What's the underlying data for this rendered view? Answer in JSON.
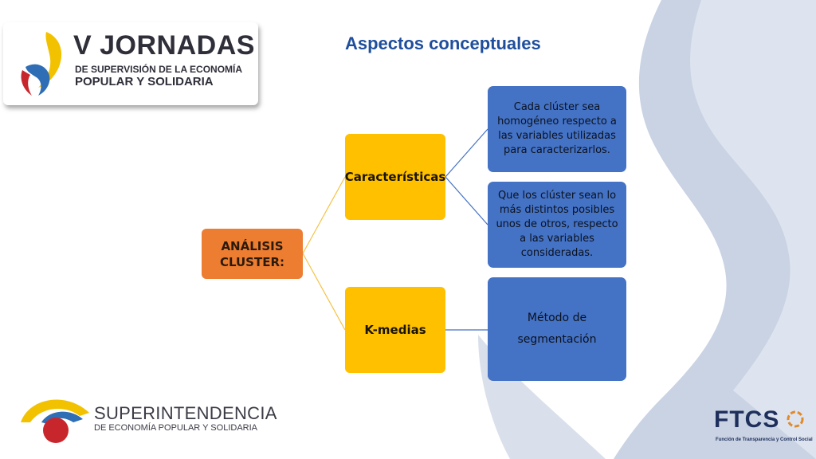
{
  "slide": {
    "title": "Aspectos conceptuales"
  },
  "header_logo": {
    "title": "V JORNADAS",
    "line1": "DE SUPERVISIÓN DE LA ECONOMÍA",
    "line2": "POPULAR Y SOLIDARIA"
  },
  "diagram": {
    "root": "ANÁLISIS CLUSTER:",
    "branch1": "Características",
    "branch2": "K-medias",
    "leaf1": "Cada clúster sea homogéneo respecto a las variables utilizadas para caracterizarlos.",
    "leaf2": "Que los clúster sean lo más distintos posibles unos de otros, respecto a las variables consideradas.",
    "leaf3_line1": "Método de",
    "leaf3_line2": "segmentación"
  },
  "footer_logo": {
    "line1": "SUPERINTENDENCIA",
    "line2": "DE ECONOMÍA POPULAR Y SOLIDARIA"
  },
  "ftcs_logo": {
    "name": "FTCS",
    "sub": "Función de Transparencia y Control Social"
  },
  "colors": {
    "title": "#1f4e9c",
    "root": "#ed7d31",
    "branch": "#ffc000",
    "leaf": "#4472c4",
    "connector_yellow": "#f5c242",
    "connector_blue": "#4472c4"
  }
}
